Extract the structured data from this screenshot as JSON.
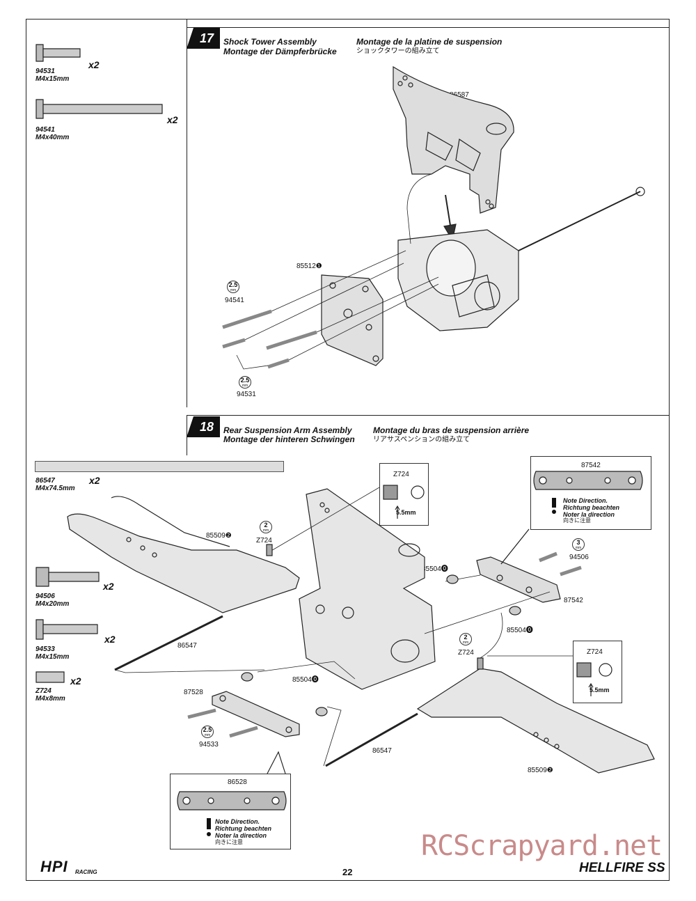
{
  "page": {
    "number": "22",
    "watermark": "RCScrapyard.net",
    "brand": "HPI",
    "brand_sub": "RACING",
    "model_logo": "HELLFIRE SS"
  },
  "step17": {
    "number": "17",
    "title_en": "Shock Tower Assembly",
    "title_de": "Montage der Dämpferbrücke",
    "title_fr": "Montage de la platine de suspension",
    "title_jp": "ショックタワーの組み立て",
    "parts": [
      {
        "code": "94531",
        "size": "M4x15mm",
        "qty": "x2"
      },
      {
        "code": "94541",
        "size": "M4x40mm",
        "qty": "x2"
      }
    ],
    "labels": {
      "tower": "86587",
      "bulkhead": "85512❶",
      "screw_long": "94541",
      "screw_short": "94531"
    },
    "tools": [
      {
        "size": "2.5",
        "unit": "mm"
      },
      {
        "size": "2.5",
        "unit": "mm"
      }
    ]
  },
  "step18": {
    "number": "18",
    "title_en": "Rear Suspension Arm Assembly",
    "title_de": "Montage der hinteren Schwingen",
    "title_fr": "Montage du bras de suspension arrière",
    "title_jp": "リアサスペンションの組み立て",
    "parts": [
      {
        "code": "86547",
        "size": "M4x74.5mm",
        "qty": "x2"
      },
      {
        "code": "94506",
        "size": "M4x20mm",
        "qty": "x2"
      },
      {
        "code": "94533",
        "size": "M4x15mm",
        "qty": "x2"
      },
      {
        "code": "Z724",
        "size": "M4x8mm",
        "qty": "x2"
      }
    ],
    "labels": {
      "arm_left": "85509❷",
      "z724_a": "Z724",
      "pin_left": "86547",
      "insert_a": "85504⓿",
      "insert_b": "85504⓿",
      "insert_c": "85504⓿",
      "brace_front": "87528",
      "screw_94533": "94533",
      "z724_b": "Z724",
      "brace_rear": "87542",
      "screw_94506": "94506",
      "pin_right": "86547",
      "arm_right": "85509❷"
    },
    "tools": [
      {
        "size": "2",
        "unit": "mm"
      },
      {
        "size": "3",
        "unit": "mm"
      },
      {
        "size": "2",
        "unit": "mm"
      },
      {
        "size": "2.5",
        "unit": "mm"
      }
    ],
    "callout_z724": {
      "code": "Z724",
      "measure": "5.5mm"
    },
    "callout_z724_b": {
      "code": "Z724",
      "measure": "5.5mm"
    },
    "callout_87542": {
      "code": "87542",
      "note_en": "Note Direction.",
      "note_de": "Richtung beachten",
      "note_fr": "Noter la direction",
      "note_jp": "向きに注意"
    },
    "callout_86528": {
      "code": "86528",
      "note_en": "Note Direction.",
      "note_de": "Richtung beachten",
      "note_fr": "Noter la direction",
      "note_jp": "向きに注意"
    }
  }
}
